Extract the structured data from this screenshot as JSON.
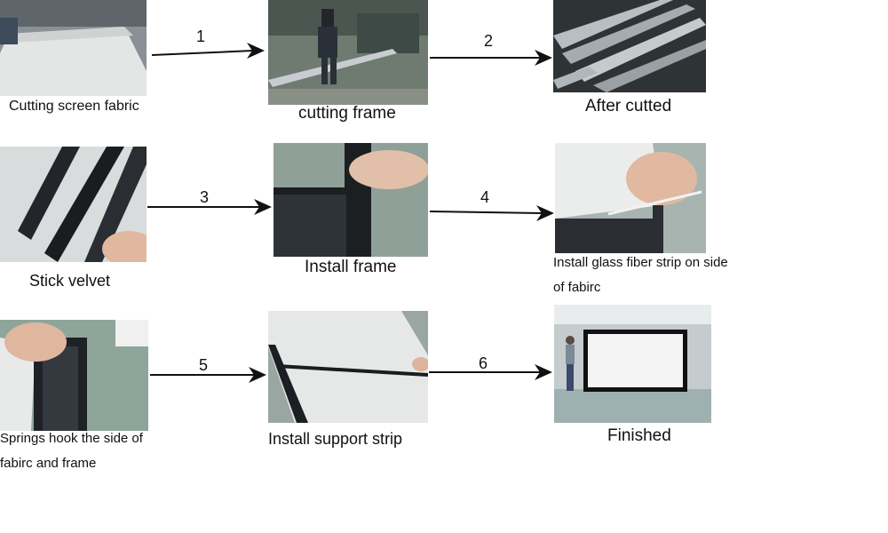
{
  "steps": [
    {
      "caption": "Cutting screen fabric"
    },
    {
      "caption": "cutting frame"
    },
    {
      "caption": "After cutted"
    },
    {
      "caption": "Stick velvet"
    },
    {
      "caption": "Install frame"
    },
    {
      "caption": "Install glass fiber strip on side of fabirc"
    },
    {
      "caption": "Springs hook the side of fabirc and frame"
    },
    {
      "caption": "Install support strip"
    },
    {
      "caption": "Finished"
    }
  ],
  "arrows": [
    {
      "label": "1"
    },
    {
      "label": "2"
    },
    {
      "label": "3"
    },
    {
      "label": "4"
    },
    {
      "label": "5"
    },
    {
      "label": "6"
    }
  ]
}
